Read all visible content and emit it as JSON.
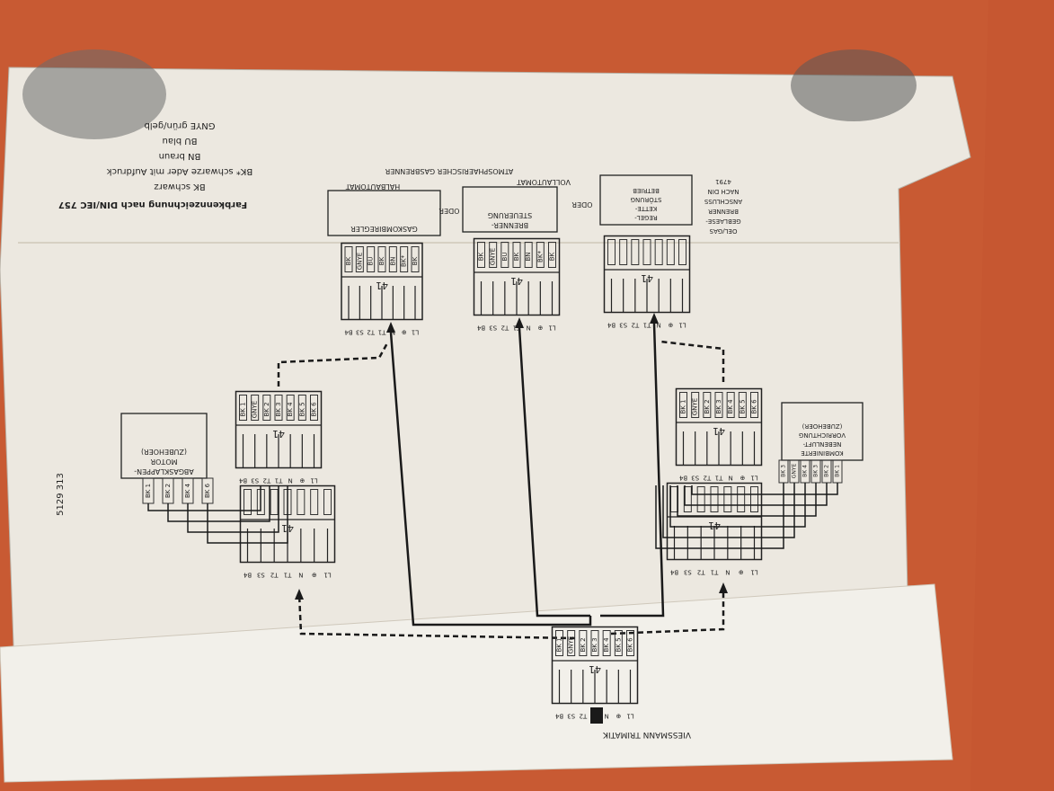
{
  "colors": {
    "background": "#c85a33",
    "paper": "#ece8e0",
    "ink": "#1a1a1a"
  },
  "legend": {
    "title": "Farbkennzeichnung nach DIN/IEC 757",
    "items": [
      "BK schwarz",
      "BK* schwarze Ader mit Aufdruck",
      "BN braun",
      "BU blau",
      "GNYE grün/gelb"
    ]
  },
  "doc_number": "5129 313",
  "section_labels": {
    "atmos": "ATMOSPHAERISCHER GASBRENNER",
    "vollautomat": "VOLLAUTOMAT",
    "halbautomat": "HALBAUTOMAT",
    "oder_1": "ODER",
    "oder_2": "ODER"
  },
  "devices": {
    "oel_gas_title": [
      "OEL/GAS",
      "GEBLAESE-",
      "BRENNER",
      "ANSCHLUSS",
      "NACH DIN",
      "4791"
    ],
    "regel_box": [
      "REGEL-",
      "KETTE-",
      "STÖRUNG",
      "BETRIEB"
    ],
    "brenner_box": [
      "BRENNER-",
      "STEUERUNG"
    ],
    "gas_box": [
      "GASKOMBIREGLER"
    ],
    "abgas_box": [
      "ABGASKLAPPEN-",
      "MOTOR",
      "(ZUBEHOER)"
    ],
    "kombi_box": [
      "KOMBINIERTE",
      "NEBENLUFT-",
      "VORRICHTUNG",
      "(ZUBEHOER)"
    ],
    "trimatik": "VIESSMANN TRIMATIK"
  },
  "connector": {
    "id": "41",
    "pins_top": [
      "L1",
      "⊕",
      "N",
      "T1",
      "T2",
      "S3",
      "B4"
    ],
    "wires_left": [
      "BK 1",
      "GNYE",
      "BK 2",
      "BK 3",
      "BK 4",
      "BK 5",
      "BK 6"
    ],
    "wires_right": [
      "BK",
      "GNYE",
      "BU",
      "BK",
      "BN",
      "BK*",
      "BK"
    ]
  }
}
